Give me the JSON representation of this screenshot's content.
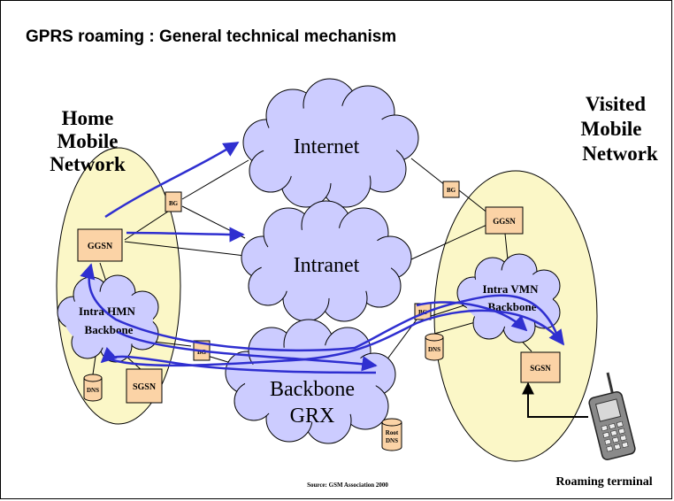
{
  "title": "GPRS roaming : General technical mechanism",
  "home_network": {
    "label_lines": [
      "Home",
      "Mobile",
      "Network"
    ]
  },
  "visited_network": {
    "label_lines": [
      "Visited",
      "Mobile",
      "Network"
    ]
  },
  "clouds": {
    "internet": "Internet",
    "intranet": "Intranet",
    "backbone_lines": [
      "Backbone",
      "GRX"
    ],
    "intra_hmn_lines": [
      "Intra HMN",
      "Backbone"
    ],
    "intra_vmn_lines": [
      "Intra VMN",
      "Backbone"
    ]
  },
  "nodes": {
    "ggsn_home": "GGSN",
    "ggsn_visited": "GGSN",
    "sgsn_home": "SGSN",
    "sgsn_visited": "SGSN",
    "bg_home_top": "BG",
    "bg_home_bottom": "BG",
    "bg_visited_top": "BG",
    "bg_visited_mid": "BG",
    "dns_home": "DNS",
    "dns_visited": "DNS",
    "root_dns_lines": [
      "Root",
      "DNS"
    ]
  },
  "terminal_label": "Roaming terminal",
  "source": "Source: GSM Association 2000",
  "colors": {
    "ellipse_fill": "#fbf7c7",
    "cloud_fill": "#ccccff",
    "node_fill": "#fbd3a6",
    "arrow": "#2f2fd0"
  }
}
